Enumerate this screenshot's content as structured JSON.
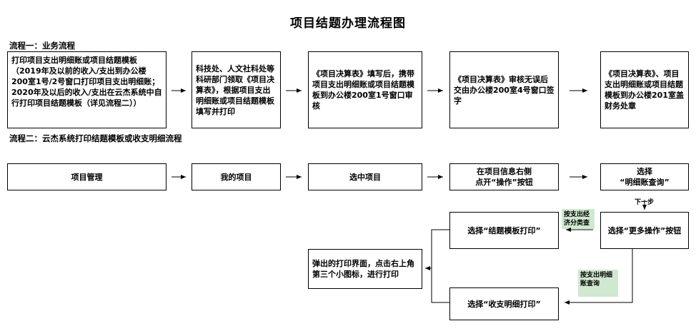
{
  "title": "项目结题办理流程图",
  "flow1": {
    "label": "流程一：业务流程",
    "steps": [
      "打印项目支出明细账或项目结题模板（2019年及以前的收入/支出到办公楼200室1号/2号窗口打印项目支出明细账；2020年及以后的收入/支出在云杰系统中自行打印项目结题模板（详见流程二））",
      "科技处、人文社科处等科研部门领取《项目决算表》，根据项目支出明细账或项目结题模板填写并打印",
      "《项目决算表》填写后，携带项目支出明细账或项目结题模板到办公楼200室1号窗口审核",
      "《项目决算表》审核无误后交由办公楼200室4号窗口签字",
      "《项目决算表》、项目支出明细账或项目结题模板到办公楼201室盖财务处章"
    ]
  },
  "flow2": {
    "label": "流程二：云杰系统打印结题模板或收支明细流程",
    "steps": [
      "项目管理",
      "我的项目",
      "选中项目",
      "在项目信息右侧\n点开“操作”按钮",
      "选择\n“明细账查询”"
    ],
    "next_step_note": "下一步",
    "more_ops": "选择“更多操作”按钮",
    "print_template": "选择“结题模板打印”",
    "print_detail": "选择“收支明细打印”",
    "popup_print": "弹出的打印界面，点击右上角第三个小图标，进行打印",
    "tag_by_category": "按支出经济分类查",
    "tag_by_detail": "按支出明细账查询"
  }
}
